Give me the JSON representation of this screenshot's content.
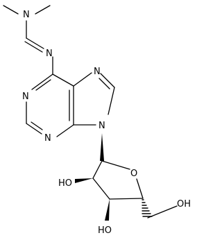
{
  "molecule": {
    "labels": {
      "n_dimethyl": "N",
      "n_imine": "N",
      "n_ring_1": "N",
      "n_ring_3": "N",
      "n_ring_7": "N",
      "n_ring_9": "N",
      "o_ring": "O",
      "oh_2": "HO",
      "oh_3": "HO",
      "oh_5": "OH"
    }
  }
}
